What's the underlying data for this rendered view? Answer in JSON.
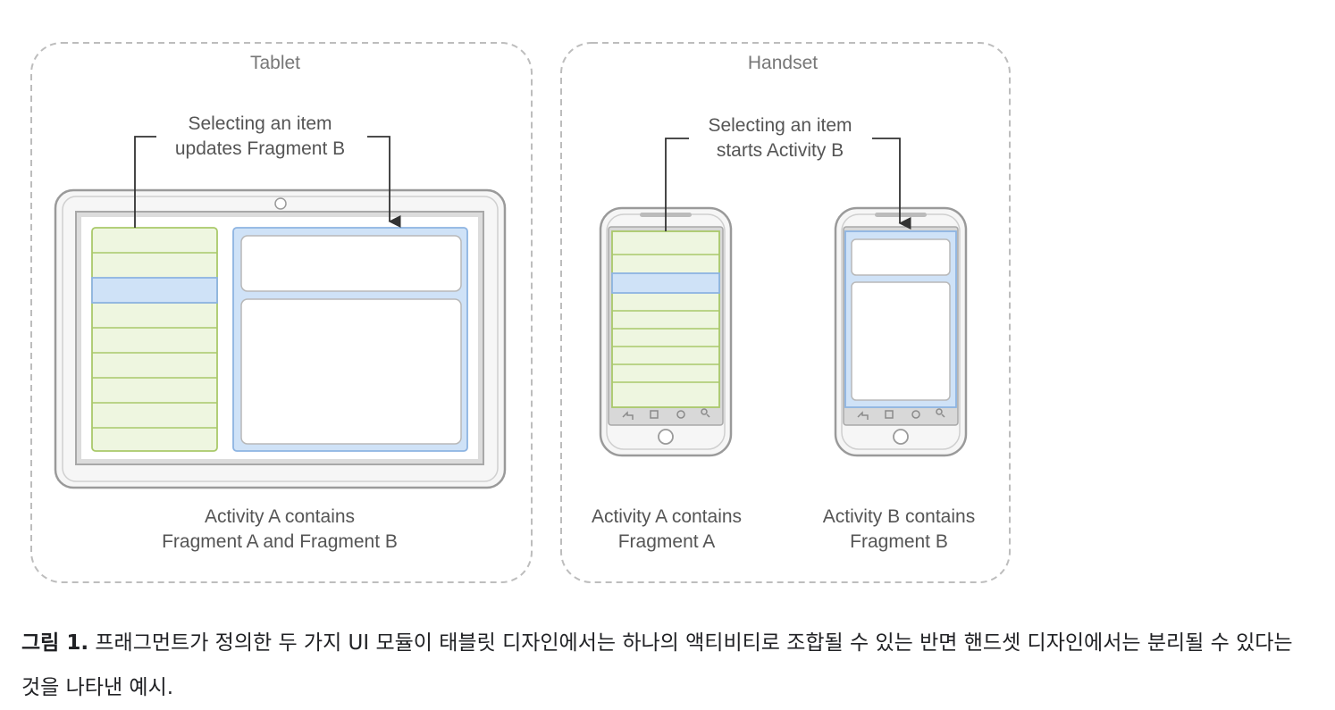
{
  "colors": {
    "list_fill": "#eef6e0",
    "list_stroke": "#a9c96a",
    "selected_fill": "#cfe2f7",
    "selected_stroke": "#8db4e2",
    "device_stroke": "#9a9a9a",
    "panel_border": "#bdbdbd",
    "text": "#555555"
  },
  "tablet_panel": {
    "title": "Tablet",
    "callout": [
      "Selecting an item",
      "updates Fragment B"
    ],
    "label": [
      "Activity A contains",
      "Fragment A and Fragment B"
    ]
  },
  "handset_panel": {
    "title": "Handset",
    "callout": [
      "Selecting an item",
      "starts Activity B"
    ],
    "phone_a_label": [
      "Activity A contains",
      "Fragment A"
    ],
    "phone_b_label": [
      "Activity B contains",
      "Fragment B"
    ]
  },
  "icons": [
    "tablet-icon",
    "phone-icon",
    "back-icon",
    "menu-icon",
    "home-icon",
    "search-icon",
    "arrow-down-icon"
  ],
  "caption": {
    "label": "그림 1.",
    "text": " 프래그먼트가 정의한 두 가지 UI 모듈이 태블릿 디자인에서는 하나의 액티비티로 조합될 수 있는 반면 핸드셋 디자인에서는 분리될 수 있다는 것을 나타낸 예시."
  }
}
